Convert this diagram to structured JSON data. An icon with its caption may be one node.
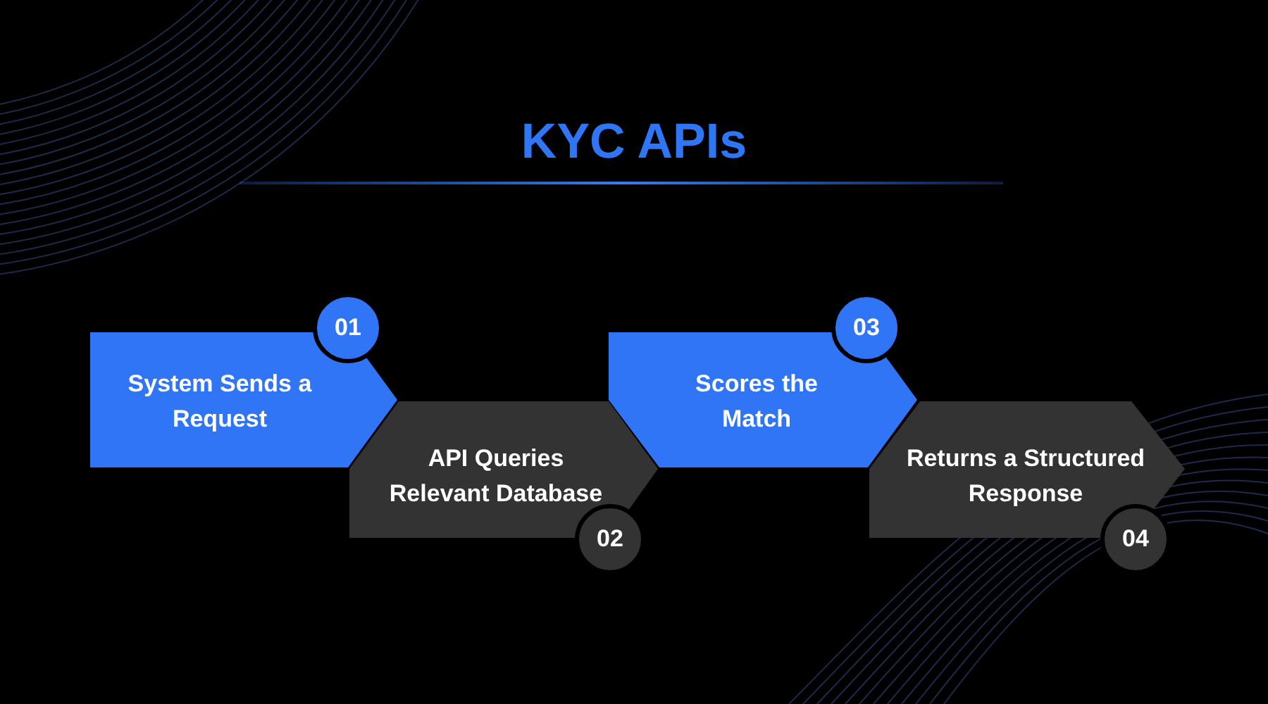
{
  "diagram": {
    "title": "KYC APIs",
    "nodes": [
      {
        "text": [
          "System Sends a Request"
        ]
      },
      {
        "text": [
          "01"
        ]
      },
      {
        "text": [
          "API Queries Relevant Database"
        ]
      },
      {
        "text": [
          "02"
        ]
      },
      {
        "text": [
          "Scores the Match"
        ]
      },
      {
        "text": [
          "03"
        ]
      },
      {
        "text": [
          "Returns a Structured Response"
        ]
      },
      {
        "text": [
          "04"
        ]
      }
    ]
  }
}
